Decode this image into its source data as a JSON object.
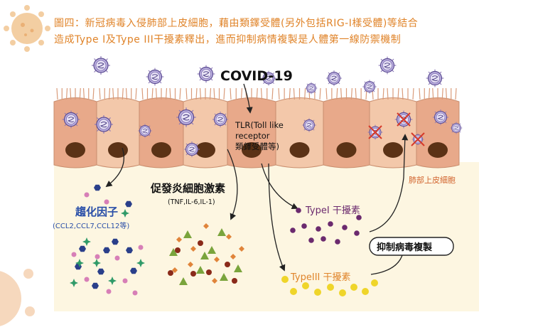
{
  "caption": {
    "line1": "圖四：新冠病毒入侵肺部上皮細胞，藉由類鐸受體(另外包括RIG-I樣受體)等結合",
    "line2": "造成Type I及Type III干擾素釋出，進而抑制病情複製是人體第一線防禦機制"
  },
  "labels": {
    "covid": "COVID-19",
    "tlr_line1": "TLR(Toll like",
    "tlr_line2": "receptor",
    "tlr_line3": "類鐸受體等)",
    "lung_cells": "肺部上皮細胞",
    "chemokines": "趨化因子",
    "chemokines_sub": "(CCL2,CCL7,CCL12等)",
    "cytokines": "促發炎細胞激素",
    "cytokines_sub": "(TNF,IL-6,IL-1)",
    "type1_ifn": "TypeI 干擾素",
    "type3_ifn": "TypeIII 干擾素",
    "inhibit": "抑制病毒複製"
  },
  "colors": {
    "caption": "#e0842a",
    "background_zone": "#fdf6e1",
    "cell_light": "#f3c8aa",
    "cell_dark": "#e8a98a",
    "nucleus": "#5b3216",
    "virus": "#8e7bb8",
    "type1_dot": "#6b2a6e",
    "type3_dot": "#efd52a",
    "chemokine_blue": "#2a3f8a",
    "chemokine_green": "#2f9a68",
    "chemokine_pink": "#d77fb7",
    "cytokine_green": "#7aa43c",
    "cytokine_orange": "#e0843a",
    "cytokine_red": "#8a2a1a",
    "label_blue": "#2a4fa8"
  }
}
